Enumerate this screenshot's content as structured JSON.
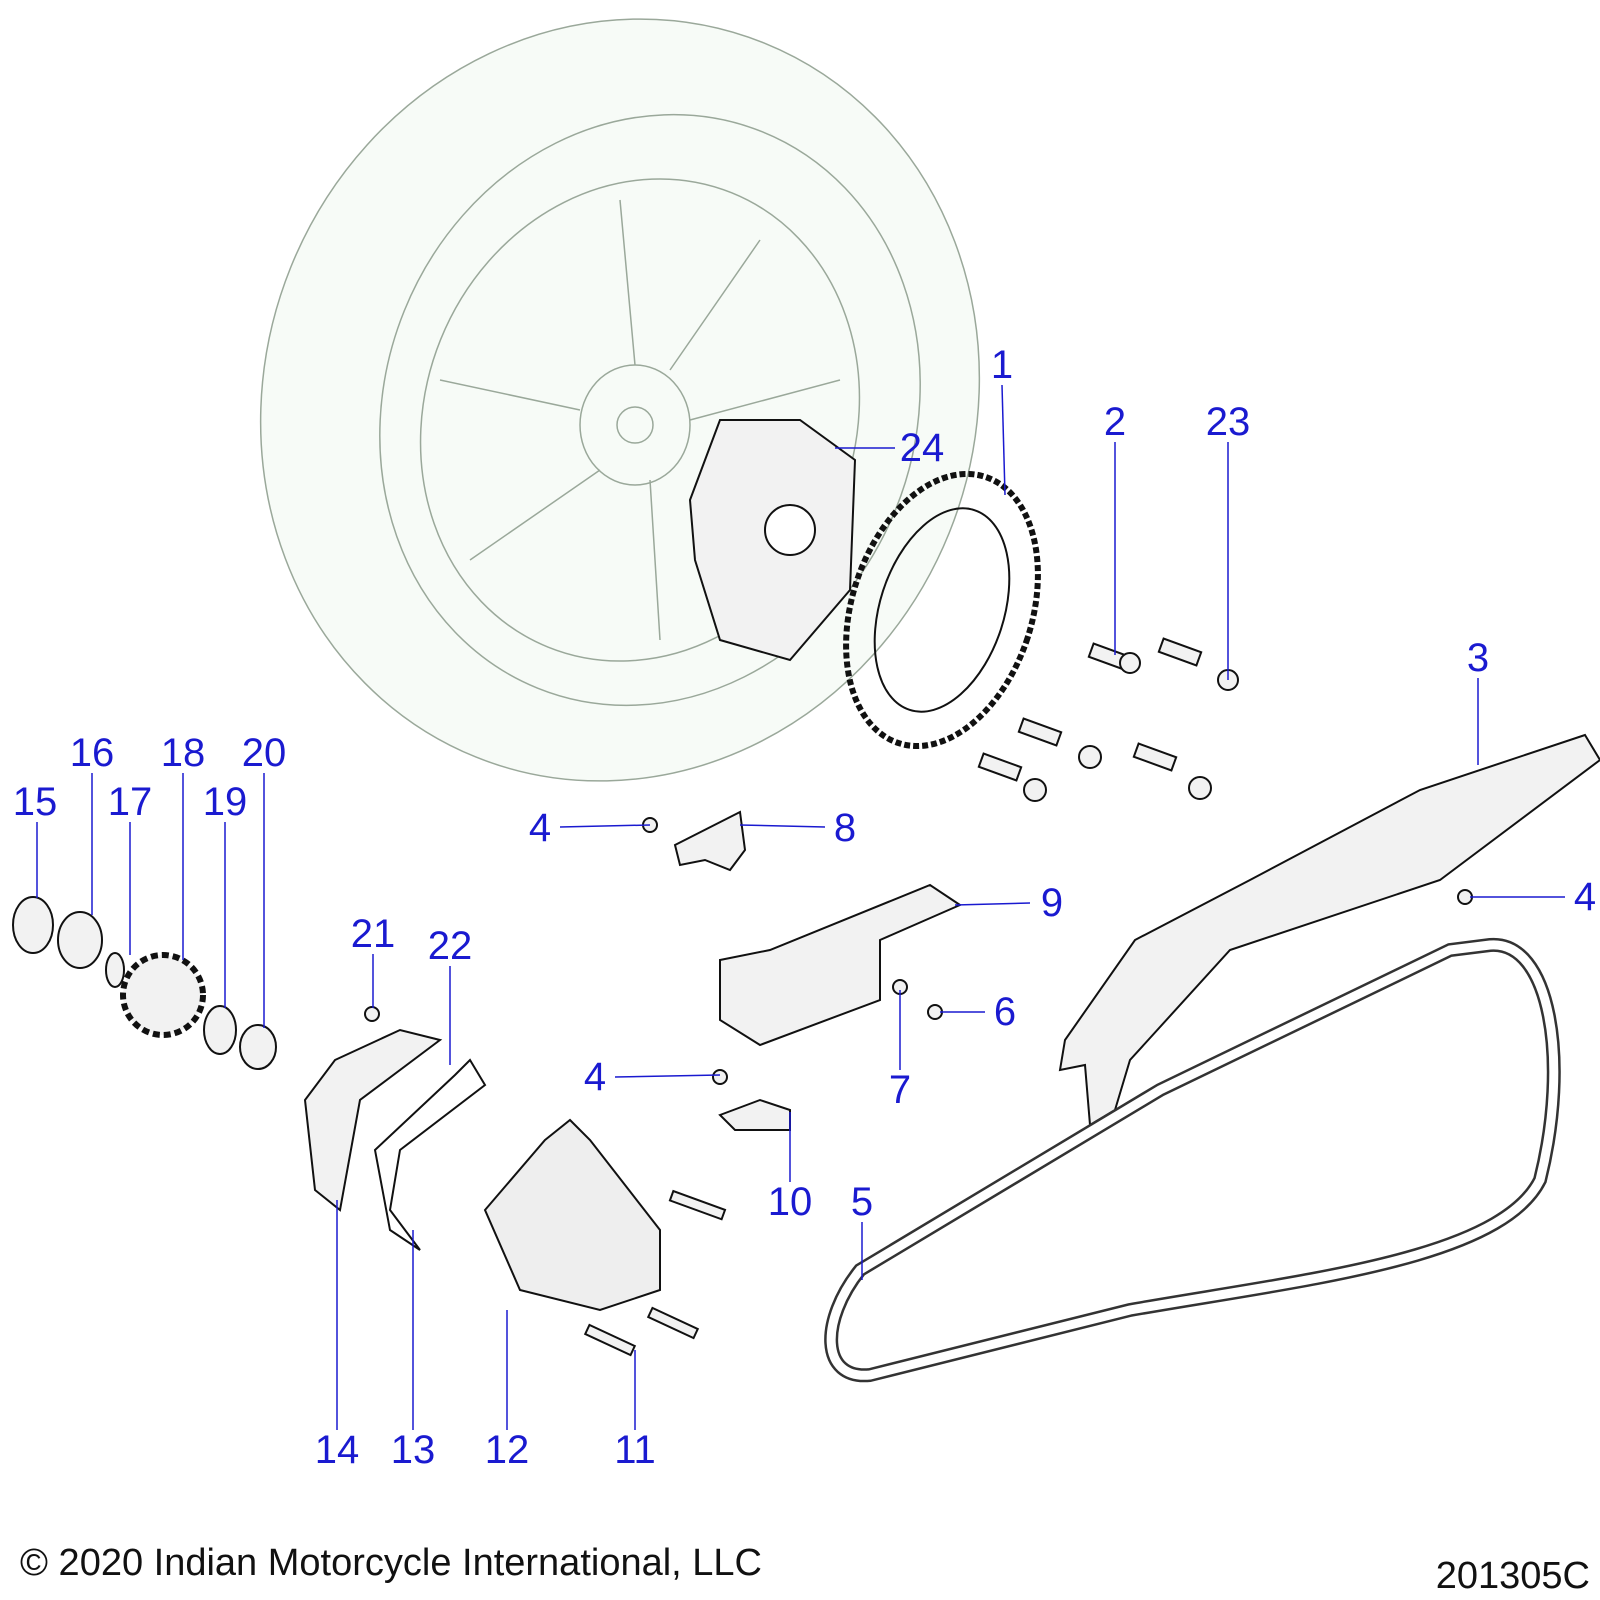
{
  "diagram": {
    "callouts": [
      "1",
      "2",
      "23",
      "24",
      "3",
      "4",
      "8",
      "9",
      "4",
      "6",
      "7",
      "4",
      "10",
      "5",
      "21",
      "22",
      "15",
      "16",
      "17",
      "18",
      "19",
      "20",
      "14",
      "13",
      "12",
      "11"
    ]
  },
  "footer": {
    "copyright": "© 2020 Indian Motorcycle International, LLC",
    "figure_id": "201305C"
  },
  "colors": {
    "callout": "#1a1ad0",
    "part_fill": "#f2f2f2",
    "wheel_fill": "#f7fbf7"
  }
}
